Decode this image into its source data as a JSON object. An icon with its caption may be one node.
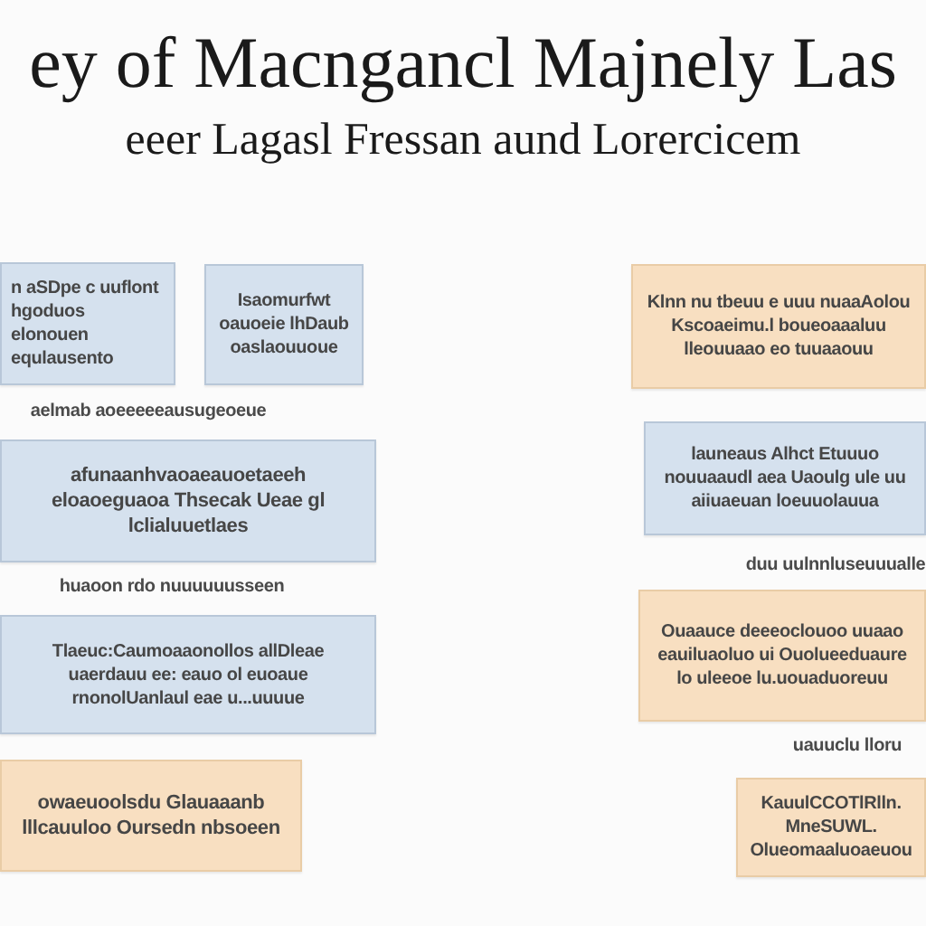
{
  "diagram": {
    "title": "ey of Macngancl Majnely Las",
    "nodes": [
      {
        "text": [
          "n aSDpe c uuflont hgoduos elonouen equlausento"
        ]
      },
      {
        "text": [
          "Isaomurfwt oauoeie lhDaub oaslaouuoue"
        ]
      },
      {
        "text": [
          "afunaanhvaoaeauoetaeeh eloaoeguaoa Thsecak Ueae gl lclialuuetlaes"
        ]
      },
      {
        "text": [
          "Tlaeuc:Caumoaaonollos allDleae uaerdauu ee: eauo ol euoaue rnonolUanlaul eae u...uuuue"
        ]
      },
      {
        "text": [
          "owaeuoolsdu Glauaaanb lllcauuloo Oursedn nbsoeen"
        ]
      },
      {
        "text": [
          "Klnn nu tbeuu e uuu nuaaAolou Kscoaeimu.l boueoaaaluu lleouuaao eo tuuaaouu"
        ]
      },
      {
        "text": [
          "launeaus Alhct Etuuuo nouuaaudl aea Uaoulg ule uu aiiuaeuan loeuuolauua"
        ]
      },
      {
        "text": [
          "Ouaauce deeeoclouoo uuaao eauiluaoluo ui Ouolueeduaure lo uleeoe lu.uouaduoreuu"
        ]
      },
      {
        "text": [
          "KauulCCOTlRlln. MneSUWL. Olueomaaluoaeuou"
        ]
      }
    ],
    "labels": [
      "eeer Lagasl Fressan aund Lorercicem",
      "aelmab aoeeeeeausugeoeue",
      "huaoon rdo nuuuuuusseen",
      "duu uulnnluseuuualle",
      "uauuclu lloru"
    ]
  }
}
